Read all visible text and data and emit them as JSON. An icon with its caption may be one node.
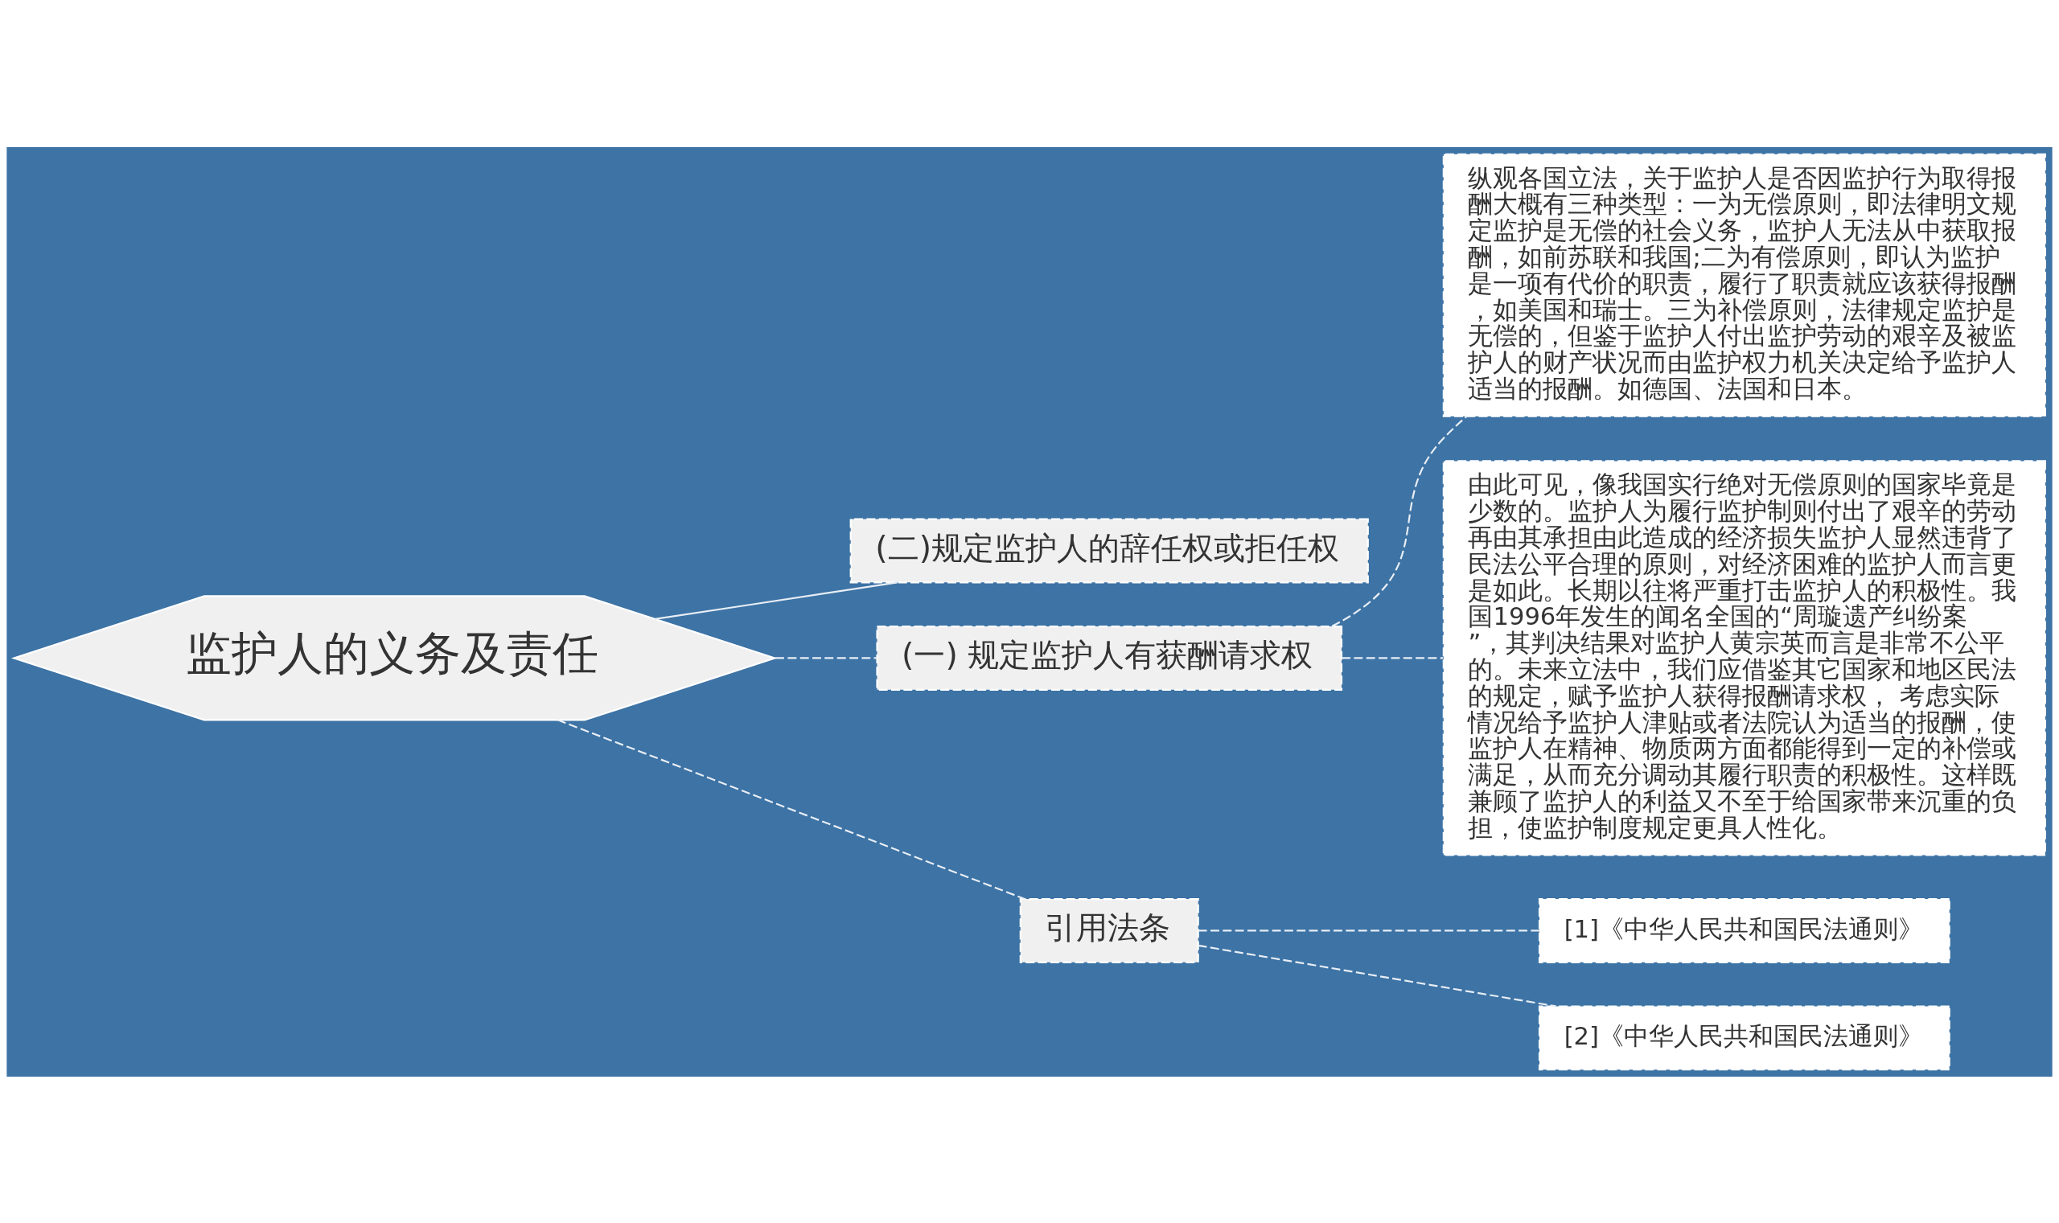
{
  "diagram": {
    "nodes": [
      {
        "text": [
          "监护人的义务及责任"
        ]
      },
      {
        "text": [
          "(二)规定监护人的辞任权或拒任权"
        ]
      },
      {
        "text": [
          "(一) 规定监护人有获酬请求权"
        ]
      },
      {
        "text": [
          "纵观各国立法，关于监护人是否因监护行为取得报酬大概有三种类型：一为无偿原则，即法律明文规定监护是无偿的社会义务，监护人无法从中获取报酬，如前苏联和我国;二为有偿原则，即认为监护是一项有代价的职责，履行了职责就应该获得报酬，如美国和瑞士。三为补偿原则，法律规定监护是无偿的，但鉴于监护人付出监护劳动的艰辛及被监护人的财产状况而由监护权力机关决定给予监护人适当的报酬。如德国、法国和日本。"
        ]
      },
      {
        "text": [
          "由此可见，像我国实行绝对无偿原则的国家毕竟是少数的。监护人为履行监护制则付出了艰辛的劳动再由其承担由此造成的经济损失监护人显然违背了民法公平合理的原则，对经济困难的监护人而言更是如此。长期以往将严重打击监护人的积极性。我国1996年发生的闻名全国的“周璇遗产纠纷案”，其判决结果对监护人黄宗英而言是非常不公平的。未来立法中，我们应借鉴其它国家和地区民法的规定，赋予监护人获得报酬请求权， 考虑实际情况给予监护人津贴或者法院认为适当的报酬，使监护人在精神、物质两方面都能得到一定的补偿或满足，从而充分调动其履行职责的积极性。这样既兼顾了监护人的利益又不至于给国家带来沉重的负担，使监护制度规定更具人性化。"
        ]
      },
      {
        "text": [
          "引用法条"
        ]
      },
      {
        "text": [
          "[1]《中华人民共和国民法通则》"
        ]
      },
      {
        "text": [
          "[2]《中华人民共和国民法通则》"
        ]
      }
    ],
    "edges": [
      {
        "from": 0,
        "to": 1,
        "arrow": "none"
      },
      {
        "from": 0,
        "to": 2,
        "arrow": "none",
        "style": "dashed"
      },
      {
        "from": 2,
        "to": 3,
        "arrow": "none",
        "style": "dashed"
      },
      {
        "from": 2,
        "to": 4,
        "arrow": "none",
        "style": "dashed"
      },
      {
        "from": 0,
        "to": 5,
        "arrow": "none",
        "style": "dashed"
      },
      {
        "from": 5,
        "to": 6,
        "arrow": "none",
        "style": "dashed"
      },
      {
        "from": 5,
        "to": 7,
        "arrow": "none",
        "style": "dashed"
      }
    ]
  }
}
